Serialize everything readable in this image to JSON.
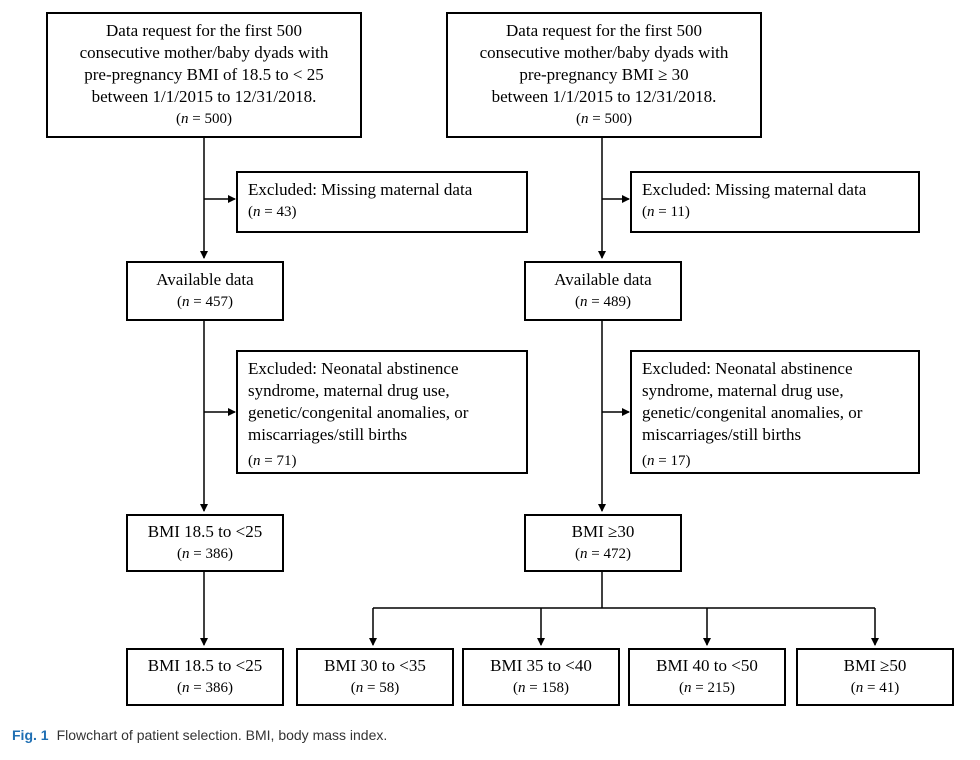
{
  "left": {
    "request": {
      "lines": [
        "Data request for the first 500",
        "consecutive mother/baby dyads with",
        "pre-pregnancy BMI of 18.5 to < 25",
        "between 1/1/2015 to 12/31/2018."
      ],
      "n": "500"
    },
    "excluded1": {
      "text": "Excluded: Missing maternal data",
      "n": "43"
    },
    "available": {
      "label": "Available data",
      "n": "457"
    },
    "excluded2": {
      "lines": [
        "Excluded: Neonatal abstinence",
        "syndrome, maternal drug use,",
        "genetic/congenital anomalies, or",
        "miscarriages/still births"
      ],
      "n": "71"
    },
    "group": {
      "label": "BMI 18.5 to <25",
      "n": "386"
    }
  },
  "right": {
    "request": {
      "lines": [
        "Data request for the first 500",
        "consecutive mother/baby dyads with",
        "pre-pregnancy BMI ≥ 30",
        "between 1/1/2015 to 12/31/2018."
      ],
      "n": "500"
    },
    "excluded1": {
      "text": "Excluded: Missing maternal data",
      "n": "11"
    },
    "available": {
      "label": "Available data",
      "n": "489"
    },
    "excluded2": {
      "lines": [
        "Excluded: Neonatal abstinence",
        "syndrome, maternal drug use,",
        "genetic/congenital anomalies, or",
        "miscarriages/still births"
      ],
      "n": "17"
    },
    "group": {
      "label": "BMI ≥30",
      "n": "472"
    }
  },
  "final": [
    {
      "label": "BMI 18.5 to <25",
      "n": "386"
    },
    {
      "label": "BMI 30 to <35",
      "n": "58"
    },
    {
      "label": "BMI 35 to <40",
      "n": "158"
    },
    {
      "label": "BMI 40 to <50",
      "n": "215"
    },
    {
      "label": "BMI ≥50",
      "n": "41"
    }
  ],
  "caption": {
    "fig": "Fig. 1",
    "text": "Flowchart of patient selection. BMI, body mass index."
  }
}
